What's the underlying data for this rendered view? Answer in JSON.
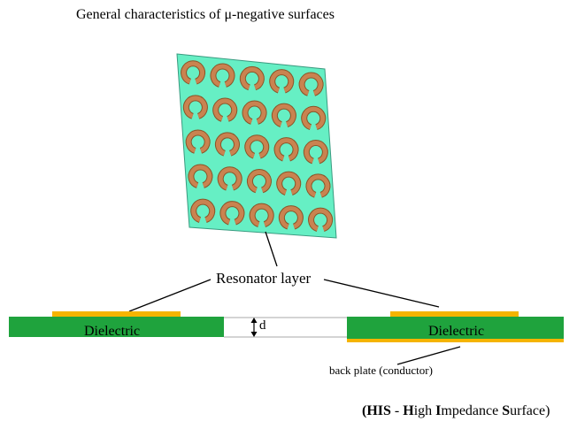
{
  "title": "General characteristics of μ-negative surfaces",
  "resonator_label": "Resonator layer",
  "dielectric_left_label": "Dielectric",
  "dielectric_right_label": "Dielectric",
  "gap_label": "d",
  "backplate_label": "back plate (conductor)",
  "his": {
    "open_paren": "(",
    "h1": "HIS",
    "dash": " - ",
    "h2": "H",
    "t2": "igh ",
    "h3": "I",
    "t3": "mpedance ",
    "h4": "S",
    "t4": "urface",
    "close_paren": ")"
  },
  "colors": {
    "dielectric": "#1fa33d",
    "conductor": "#f5b400",
    "substrate": "#66efc4",
    "ring": "#c98350",
    "ring_edge": "#8a5427"
  },
  "srr_grid": {
    "rows": 5,
    "cols": 5
  }
}
